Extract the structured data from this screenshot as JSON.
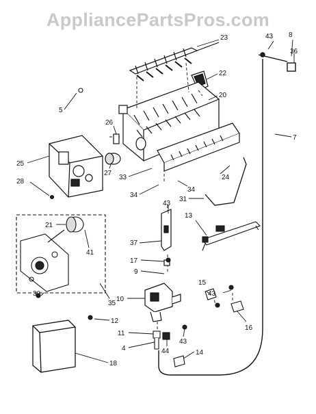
{
  "watermark": "AppliancePartsPros.com",
  "part_labels": {
    "p23": "23",
    "p43a": "43",
    "p8": "8",
    "p36": "36",
    "p22": "22",
    "p20": "20",
    "p5": "5",
    "p26": "26",
    "p7": "7",
    "p25": "25",
    "p27": "27",
    "p28": "28",
    "p33": "33",
    "p34a": "34",
    "p34b": "34",
    "p24": "24",
    "p43b": "43",
    "p31": "31",
    "p21": "21",
    "p13": "13",
    "p41": "41",
    "p37": "37",
    "p17": "17",
    "p9": "9",
    "p35": "35",
    "p15": "15",
    "p43c": "43",
    "p30": "30",
    "p10": "10",
    "p12": "12",
    "p16": "16",
    "p11": "11",
    "p4": "4",
    "p44": "44",
    "p43d": "43",
    "p14": "14",
    "p18": "18"
  }
}
